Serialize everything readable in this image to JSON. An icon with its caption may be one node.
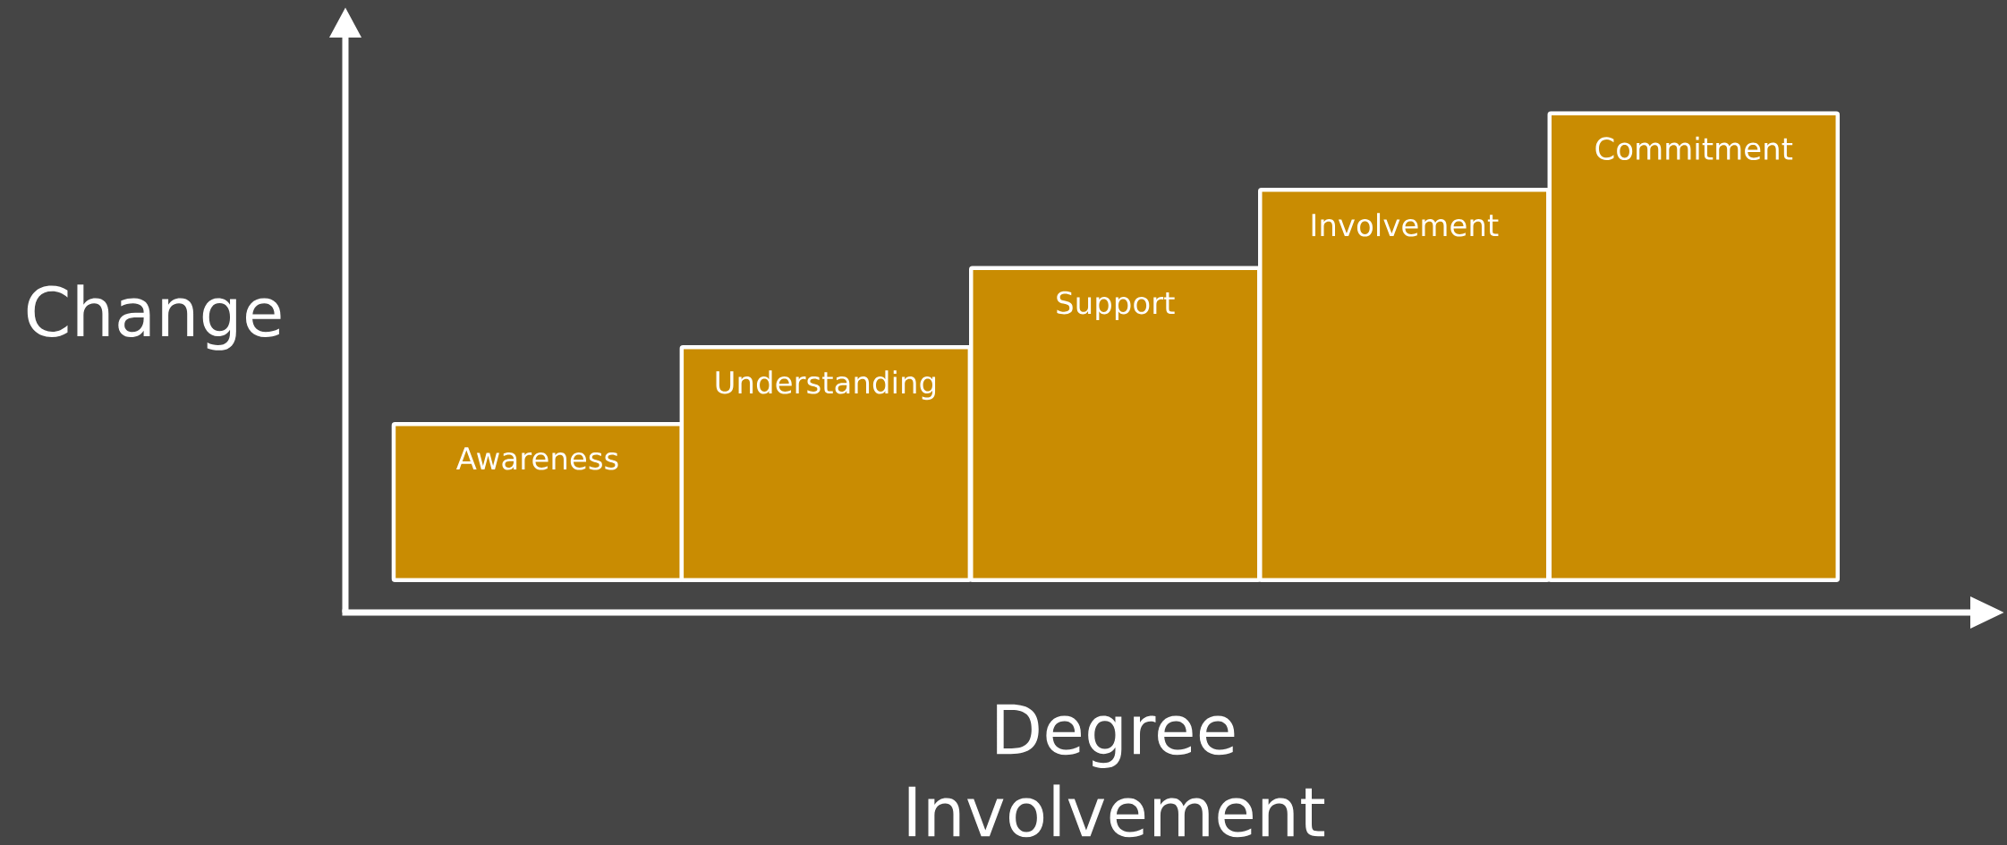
{
  "diagram": {
    "nodes": [
      {
        "text": [
          "Awareness"
        ]
      },
      {
        "text": [
          "Understanding"
        ]
      },
      {
        "text": [
          "Support"
        ]
      },
      {
        "text": [
          "Involvement"
        ]
      },
      {
        "text": [
          "Commitment"
        ]
      }
    ],
    "labels": [
      "Change",
      "Degree Involvement"
    ]
  }
}
